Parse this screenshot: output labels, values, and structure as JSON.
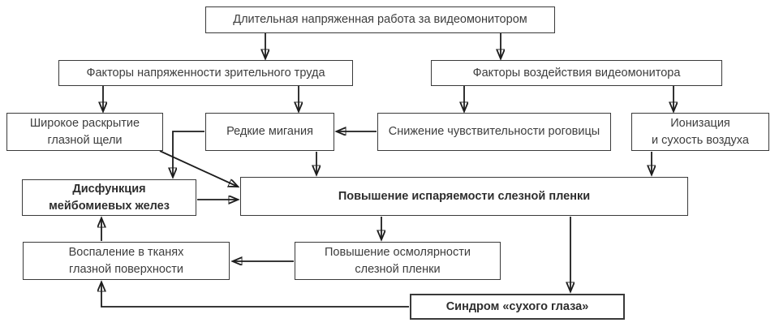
{
  "diagram": {
    "description": "Flowchart of dry eye syndrome development from prolonged video monitor work",
    "colors": {
      "background": "#ffffff",
      "box_border": "#3a3a3a",
      "text": "#3d3d3d",
      "arrow": "#1c1c1c"
    },
    "nodes": [
      {
        "id": "work",
        "label": "Длительная напряженная работа за видеомонитором",
        "bold": false
      },
      {
        "id": "visual-strain-factors",
        "label": "Факторы напряженности зрительного труда",
        "bold": false
      },
      {
        "id": "monitor-factors",
        "label": "Факторы воздействия видеомонитора",
        "bold": false
      },
      {
        "id": "wide-eye-opening",
        "label": "Широкое раскрытие\nглазной щели",
        "bold": false
      },
      {
        "id": "rare-blinking",
        "label": "Редкие мигания",
        "bold": false
      },
      {
        "id": "corneal-sensitivity",
        "label": "Снижение чувствительности роговицы",
        "bold": false
      },
      {
        "id": "air-ionization",
        "label": "Ионизация\nи сухость воздуха",
        "bold": false
      },
      {
        "id": "meibomian-dysfunction",
        "label": "Дисфункция\nмейбомиевых желез",
        "bold": true
      },
      {
        "id": "tear-evaporation",
        "label": "Повышение испаряемости слезной пленки",
        "bold": true
      },
      {
        "id": "ocular-inflammation",
        "label": "Воспаление в тканях\nглазной поверхности",
        "bold": false
      },
      {
        "id": "tear-osmolarity",
        "label": "Повышение осмолярности\nслезной пленки",
        "bold": false
      },
      {
        "id": "dry-eye-syndrome",
        "label": "Синдром «сухого глаза»",
        "bold": true
      }
    ],
    "edges": [
      {
        "from": "work",
        "to": "visual-strain-factors"
      },
      {
        "from": "work",
        "to": "monitor-factors"
      },
      {
        "from": "visual-strain-factors",
        "to": "wide-eye-opening"
      },
      {
        "from": "visual-strain-factors",
        "to": "rare-blinking"
      },
      {
        "from": "monitor-factors",
        "to": "corneal-sensitivity"
      },
      {
        "from": "monitor-factors",
        "to": "air-ionization"
      },
      {
        "from": "corneal-sensitivity",
        "to": "rare-blinking"
      },
      {
        "from": "rare-blinking",
        "to": "meibomian-dysfunction"
      },
      {
        "from": "wide-eye-opening",
        "to": "tear-evaporation"
      },
      {
        "from": "rare-blinking",
        "to": "tear-evaporation"
      },
      {
        "from": "meibomian-dysfunction",
        "to": "tear-evaporation"
      },
      {
        "from": "air-ionization",
        "to": "tear-evaporation"
      },
      {
        "from": "tear-evaporation",
        "to": "tear-osmolarity"
      },
      {
        "from": "tear-evaporation",
        "to": "dry-eye-syndrome"
      },
      {
        "from": "tear-osmolarity",
        "to": "ocular-inflammation"
      },
      {
        "from": "ocular-inflammation",
        "to": "meibomian-dysfunction"
      },
      {
        "from": "dry-eye-syndrome",
        "to": "ocular-inflammation"
      }
    ]
  }
}
